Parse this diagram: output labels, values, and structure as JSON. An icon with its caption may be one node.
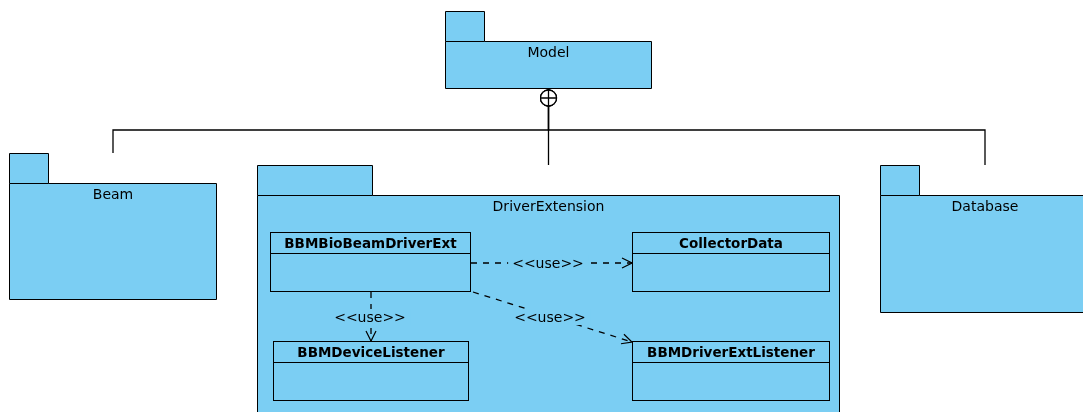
{
  "diagram": {
    "nodes": [
      {
        "text": [
          "Model"
        ]
      },
      {
        "text": [
          "Beam"
        ]
      },
      {
        "text": [
          "DriverExtension"
        ]
      },
      {
        "text": [
          "BBMBioBeamDriverExt"
        ],
        "in": 2
      },
      {
        "text": [
          "CollectorData"
        ],
        "in": 2
      },
      {
        "text": [
          "BBMDeviceListener"
        ],
        "in": 2
      },
      {
        "text": [
          "BBMDriverExtListener"
        ],
        "in": 2
      },
      {
        "text": [
          "Database"
        ]
      }
    ],
    "edges": [
      {
        "from": 0,
        "to": 1,
        "arrow": "other"
      },
      {
        "from": 0,
        "to": 2,
        "arrow": "other"
      },
      {
        "from": 0,
        "to": 7,
        "arrow": "other"
      },
      {
        "from": 3,
        "to": 4,
        "arrow": "to",
        "label": "<<use>>",
        "style": "dashed"
      },
      {
        "from": 3,
        "to": 5,
        "arrow": "to",
        "label": "<<use>>",
        "style": "dashed"
      },
      {
        "from": 3,
        "to": 6,
        "arrow": "to",
        "label": "<<use>>",
        "style": "dashed"
      }
    ]
  }
}
